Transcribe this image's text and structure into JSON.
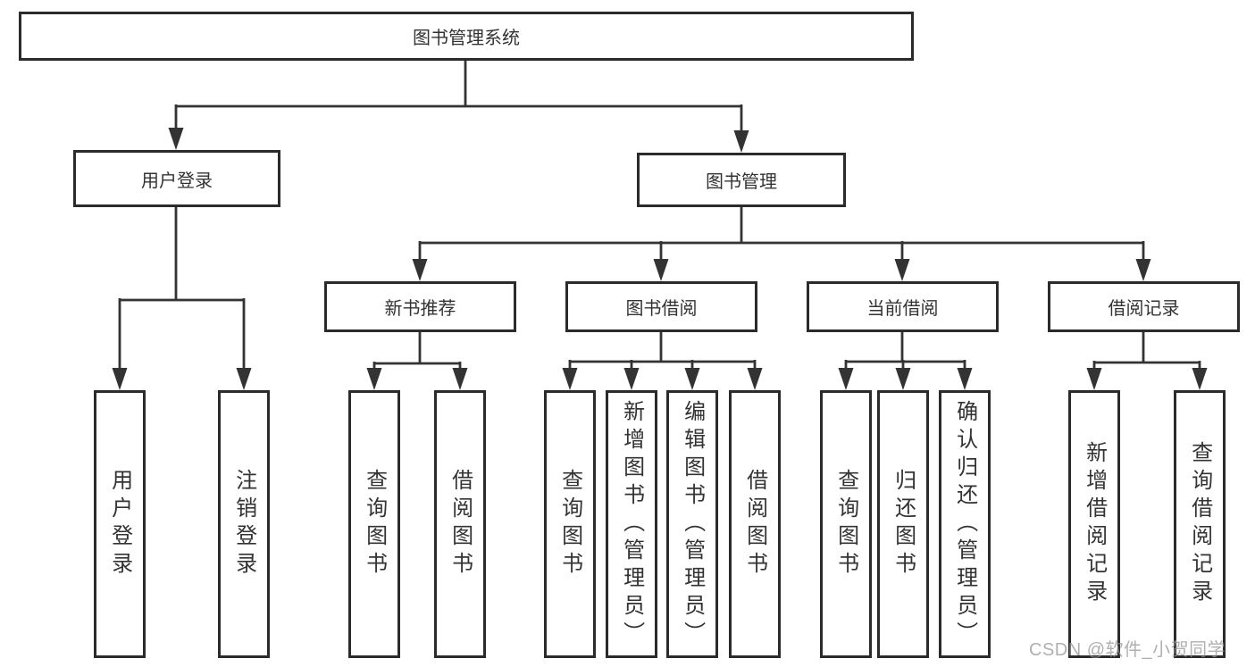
{
  "tree": {
    "root": {
      "label": "图书管理系统",
      "children": [
        {
          "label": "用户登录",
          "children": [
            {
              "label": "用户登录"
            },
            {
              "label": "注销登录"
            }
          ]
        },
        {
          "label": "图书管理",
          "children": [
            {
              "label": "新书推荐",
              "children": [
                {
                  "label": "查询图书"
                },
                {
                  "label": "借阅图书"
                }
              ]
            },
            {
              "label": "图书借阅",
              "children": [
                {
                  "label": "查询图书"
                },
                {
                  "label": "新增图书（管理员）"
                },
                {
                  "label": "编辑图书（管理员）"
                },
                {
                  "label": "借阅图书"
                }
              ]
            },
            {
              "label": "当前借阅",
              "children": [
                {
                  "label": "查询图书"
                },
                {
                  "label": "归还图书"
                },
                {
                  "label": "确认归还（管理员）"
                }
              ]
            },
            {
              "label": "借阅记录",
              "children": [
                {
                  "label": "新增借阅记录"
                },
                {
                  "label": "查询借阅记录"
                }
              ]
            }
          ]
        }
      ]
    }
  },
  "watermark": {
    "text": "CSDN @软件_小贺同学"
  },
  "colors": {
    "background": "#ffffff",
    "line": "#333333",
    "box_border": "#2b2b2b",
    "text": "#333333",
    "watermark": "#969696"
  }
}
